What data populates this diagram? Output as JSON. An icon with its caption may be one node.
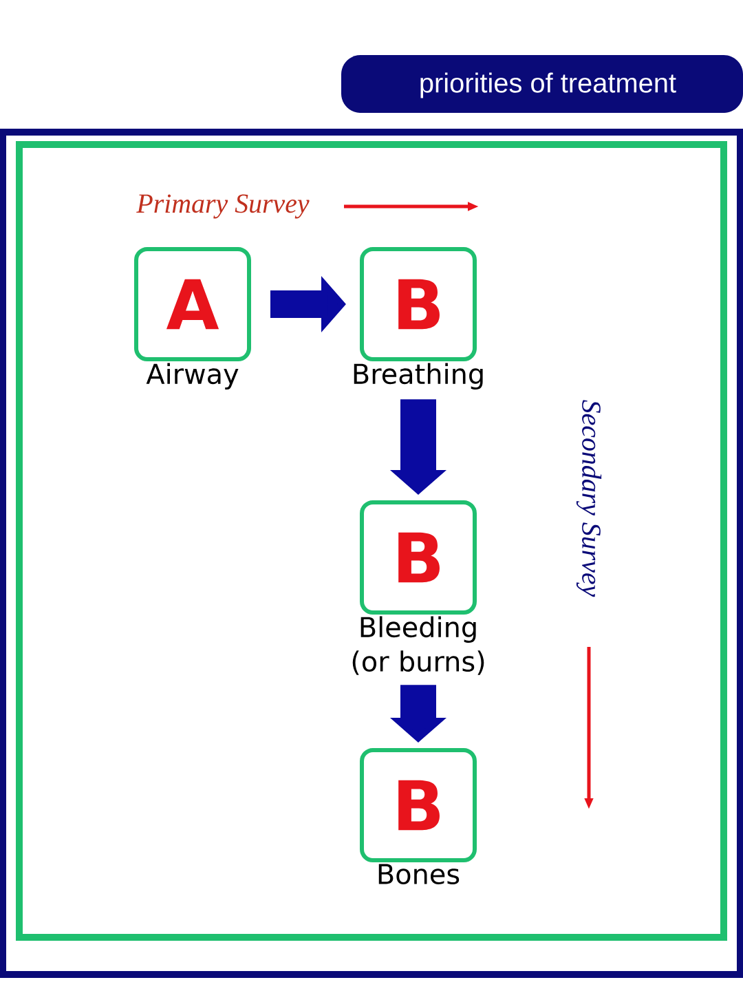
{
  "diagram": {
    "title": "priorities of treatment",
    "nodes": [
      {
        "text": [
          "A"
        ],
        "beside": [
          "Airway"
        ]
      },
      {
        "text": [
          "B"
        ],
        "beside": [
          "Breathing"
        ]
      },
      {
        "text": [
          "B"
        ],
        "beside": [
          "Bleeding (or burns)"
        ]
      },
      {
        "text": [
          "B"
        ],
        "beside": [
          "Bones"
        ]
      }
    ],
    "edges": [
      {
        "from": 0,
        "to": 1,
        "arrow": "to"
      },
      {
        "from": 1,
        "to": 2,
        "arrow": "to"
      },
      {
        "from": 2,
        "to": 3,
        "arrow": "to"
      }
    ],
    "labels": [
      "Primary Survey",
      "Secondary Survey"
    ]
  }
}
